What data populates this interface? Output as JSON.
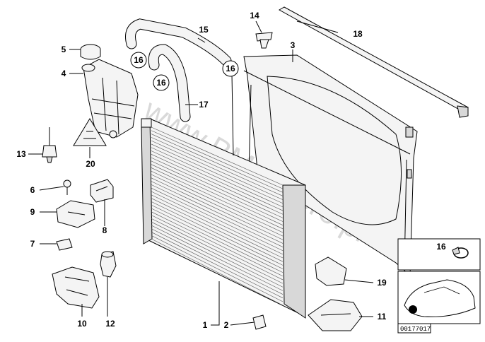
{
  "diagram": {
    "watermark": "www.BMWstore.pl",
    "reference_code": "00177017",
    "callouts": {
      "c1": "1",
      "c2": "2",
      "c3": "3",
      "c4": "4",
      "c5": "5",
      "c6": "6",
      "c7": "7",
      "c8": "8",
      "c9": "9",
      "c10": "10",
      "c11": "11",
      "c12": "12",
      "c13": "13",
      "c14": "14",
      "c15": "15",
      "c17": "17",
      "c18": "18",
      "c19": "19",
      "c20": "20"
    },
    "circled_callouts": {
      "a": "16",
      "b": "16",
      "c": "16",
      "inset": "16"
    },
    "icons": {
      "radiator": "radiator-icon",
      "fan_shroud": "fan-shroud-icon",
      "expansion_tank": "expansion-tank-icon",
      "car": "car-silhouette-icon"
    }
  }
}
